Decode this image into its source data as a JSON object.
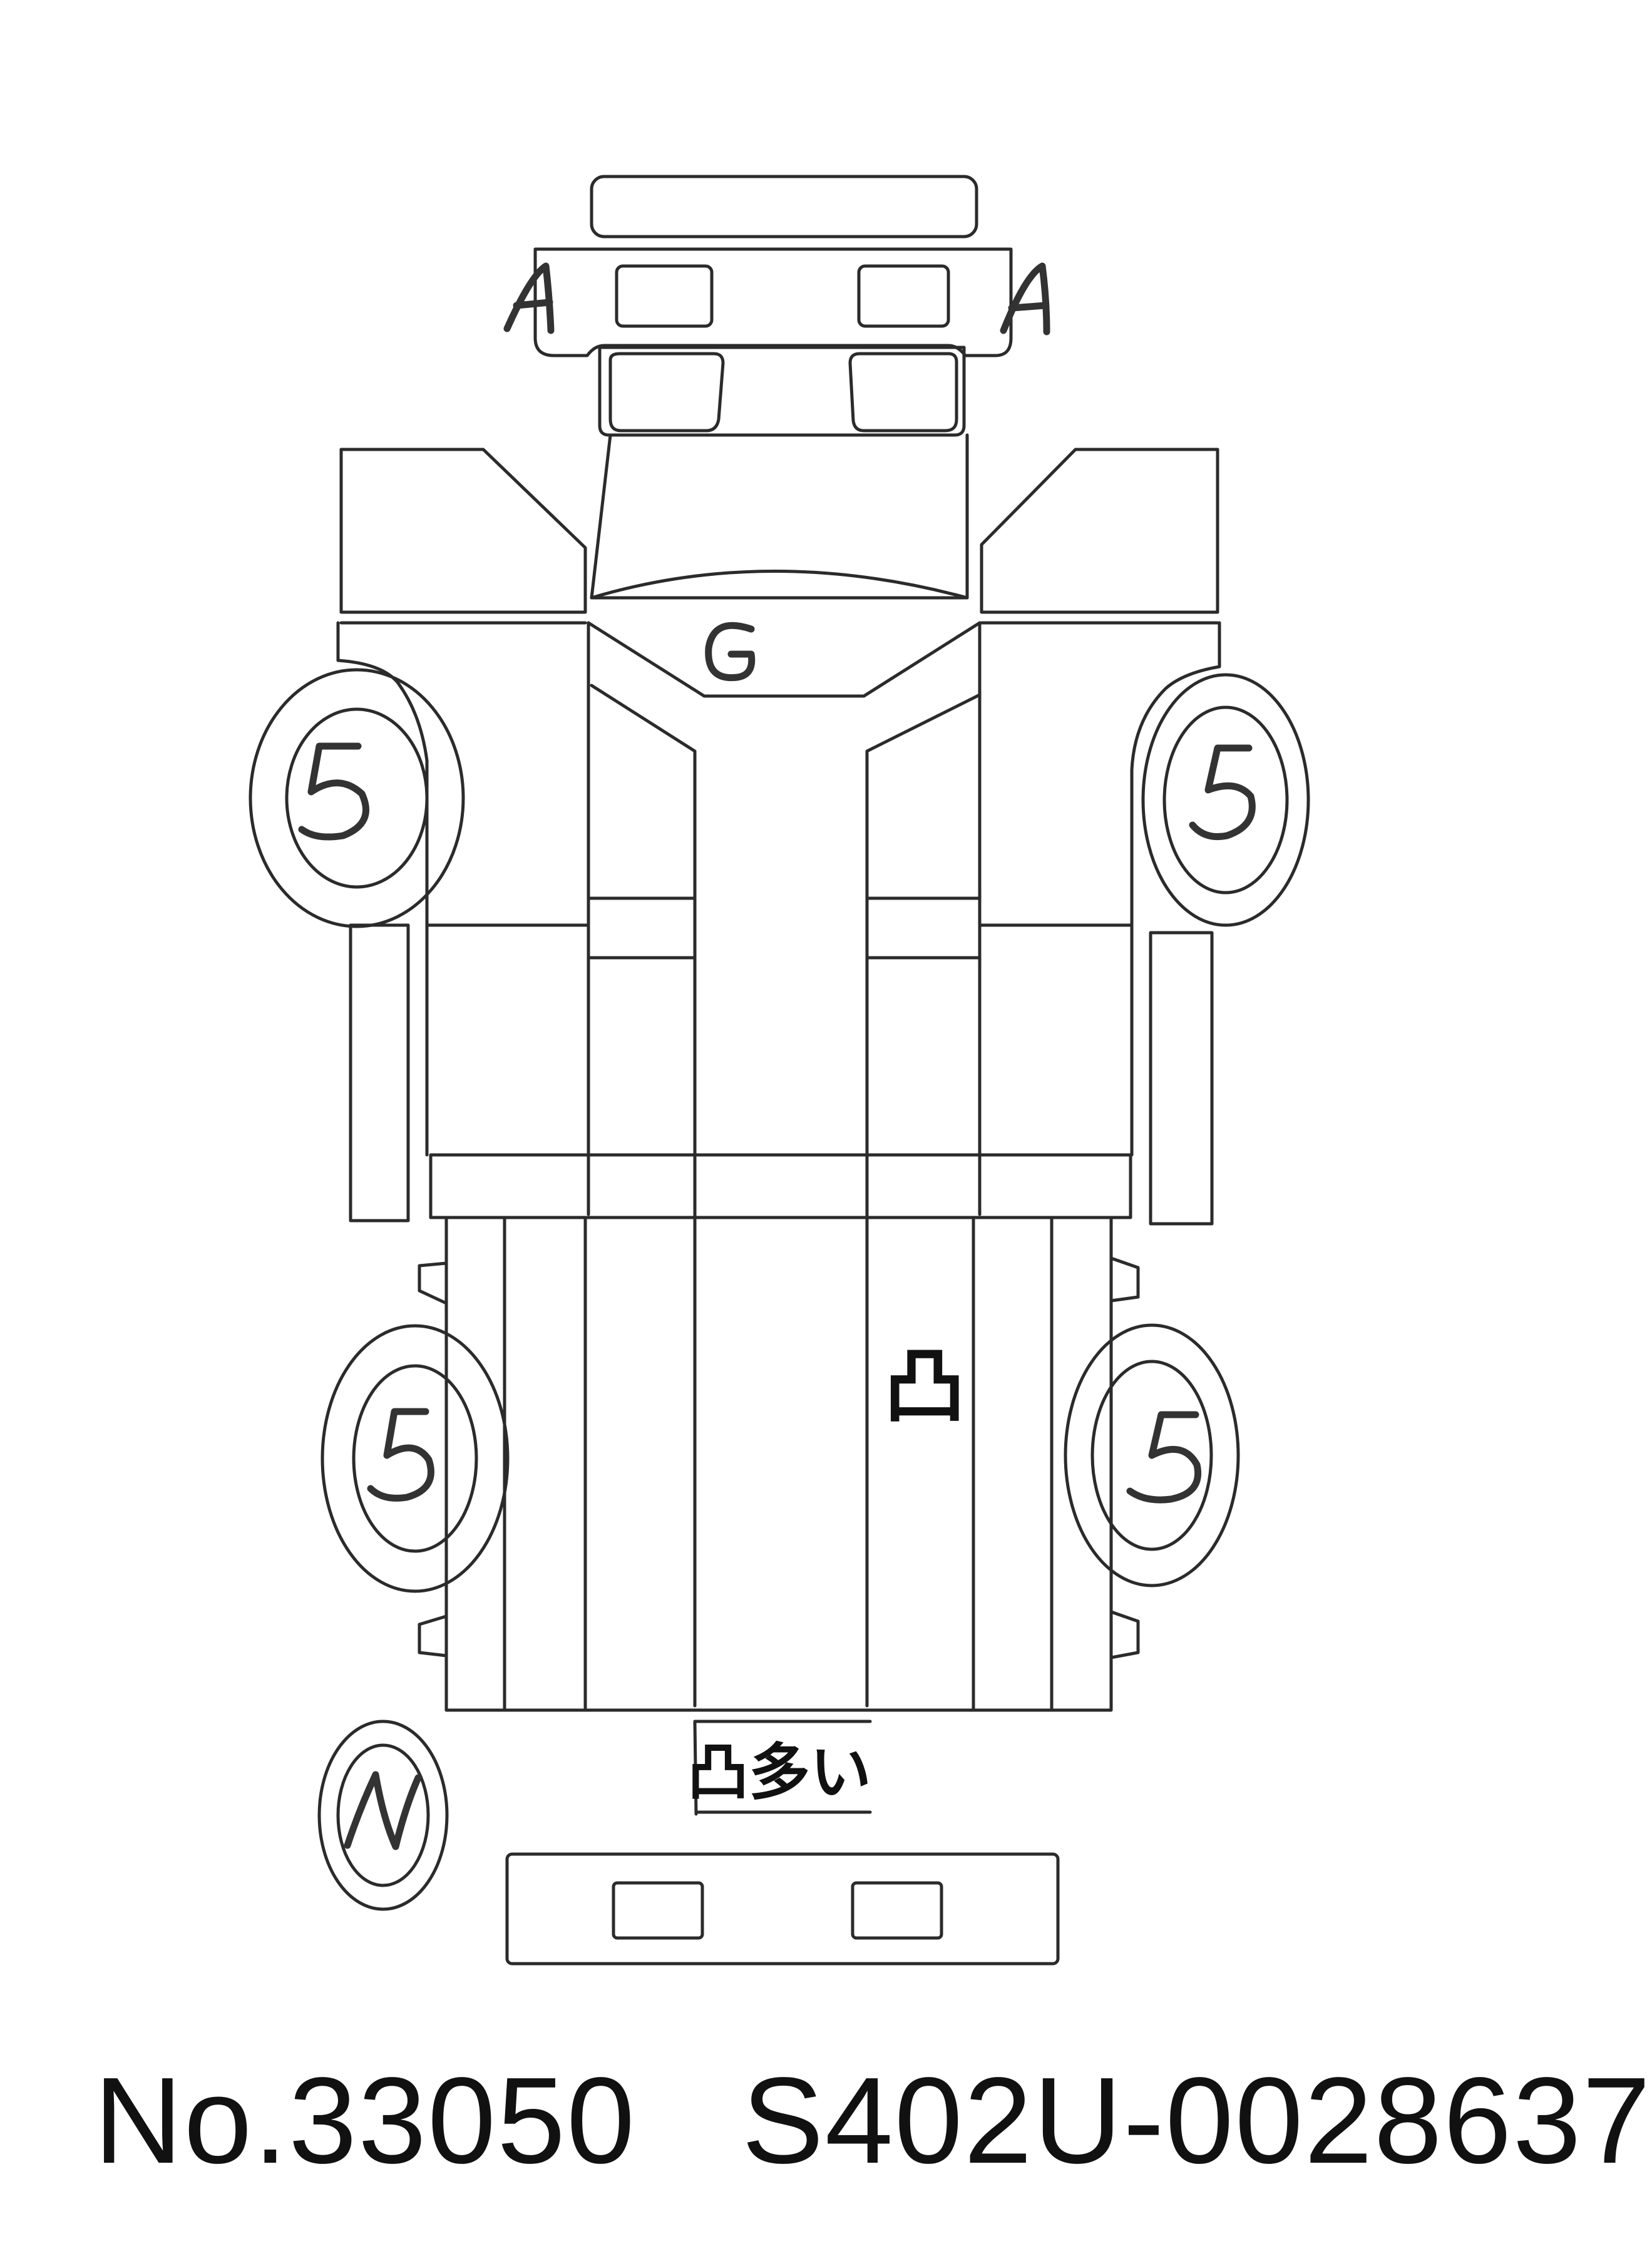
{
  "marks": {
    "headlight_left": "A",
    "headlight_right": "A",
    "windshield": "G",
    "tire_front_left": "5",
    "tire_front_right": "5",
    "tire_rear_left": "5",
    "tire_rear_right": "5",
    "bed_floor": "凸",
    "bed_note": "凸多い",
    "spare_tire": "N"
  },
  "footer": {
    "lot_number": "No.33050",
    "chassis_number": "S402U-0028637"
  }
}
